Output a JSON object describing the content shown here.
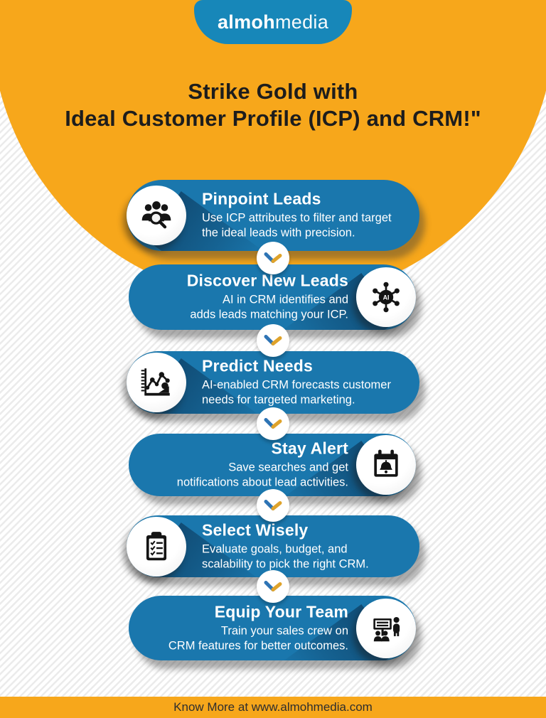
{
  "logo": {
    "name_bold": "almoh",
    "name_light": "media"
  },
  "title": {
    "line1": "Strike Gold with",
    "line2": "Ideal Customer Profile (ICP) and CRM!\""
  },
  "steps": [
    {
      "heading": "Pinpoint Leads",
      "description": "Use ICP attributes to filter and target\nthe ideal leads with precision.",
      "icon": "people-search-icon",
      "icon_side": "left"
    },
    {
      "heading": "Discover New Leads",
      "description": "AI in CRM identifies and\nadds leads matching your ICP.",
      "icon": "ai-network-icon",
      "icon_side": "right"
    },
    {
      "heading": "Predict Needs",
      "description": "AI-enabled CRM forecasts customer\nneeds for targeted marketing.",
      "icon": "forecast-chart-icon",
      "icon_side": "left"
    },
    {
      "heading": "Stay Alert",
      "description": "Save searches and get\nnotifications about lead activities.",
      "icon": "calendar-alert-icon",
      "icon_side": "right"
    },
    {
      "heading": "Select Wisely",
      "description": "Evaluate goals, budget, and\nscalability to pick the right CRM.",
      "icon": "checklist-icon",
      "icon_side": "left"
    },
    {
      "heading": "Equip Your Team",
      "description": "Train your sales crew on\nCRM features for better outcomes.",
      "icon": "training-icon",
      "icon_side": "right"
    }
  ],
  "footer": {
    "text": "Know More at www.almohmedia.com"
  },
  "colors": {
    "orange": "#F7A71B",
    "pill_blue": "#1A77AD",
    "logo_blue": "#1787B9",
    "chevron_blue": "#2E74B5",
    "chevron_gold": "#DFA32B",
    "icon_ink": "#141414",
    "title_ink": "#1D1D1D"
  }
}
